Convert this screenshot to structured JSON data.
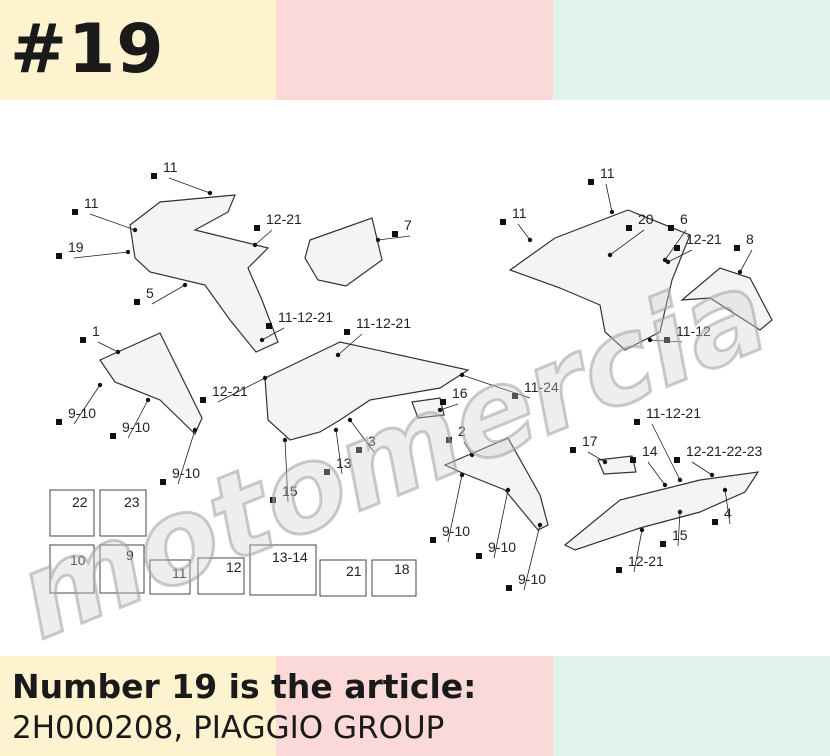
{
  "header": {
    "item_number": "#19"
  },
  "caption": {
    "line1": "Number 19 is the article:",
    "line2": "2H000208, PIAGGIO GROUP"
  },
  "watermark": {
    "text": "motomercia"
  },
  "colors": {
    "band_yellow": "#fdf3cf",
    "band_pink": "#fcd9d9",
    "band_green": "#e1f3ea",
    "text": "#1a1a1a"
  },
  "diagram": {
    "labels": [
      "11",
      "11",
      "19",
      "12-21",
      "7",
      "5",
      "11-12-21",
      "1",
      "12-21",
      "9-10",
      "9-10",
      "9-10",
      "11-12-21",
      "16",
      "13",
      "3",
      "15",
      "11-24",
      "11",
      "11",
      "20",
      "6",
      "12-21",
      "8",
      "11-12",
      "2",
      "9-10",
      "9-10",
      "9-10",
      "17",
      "14",
      "11-12-21",
      "12-21-22-23",
      "4",
      "15",
      "12-21",
      "22",
      "23",
      "10",
      "9",
      "11",
      "12",
      "13-14",
      "21",
      "18"
    ]
  }
}
